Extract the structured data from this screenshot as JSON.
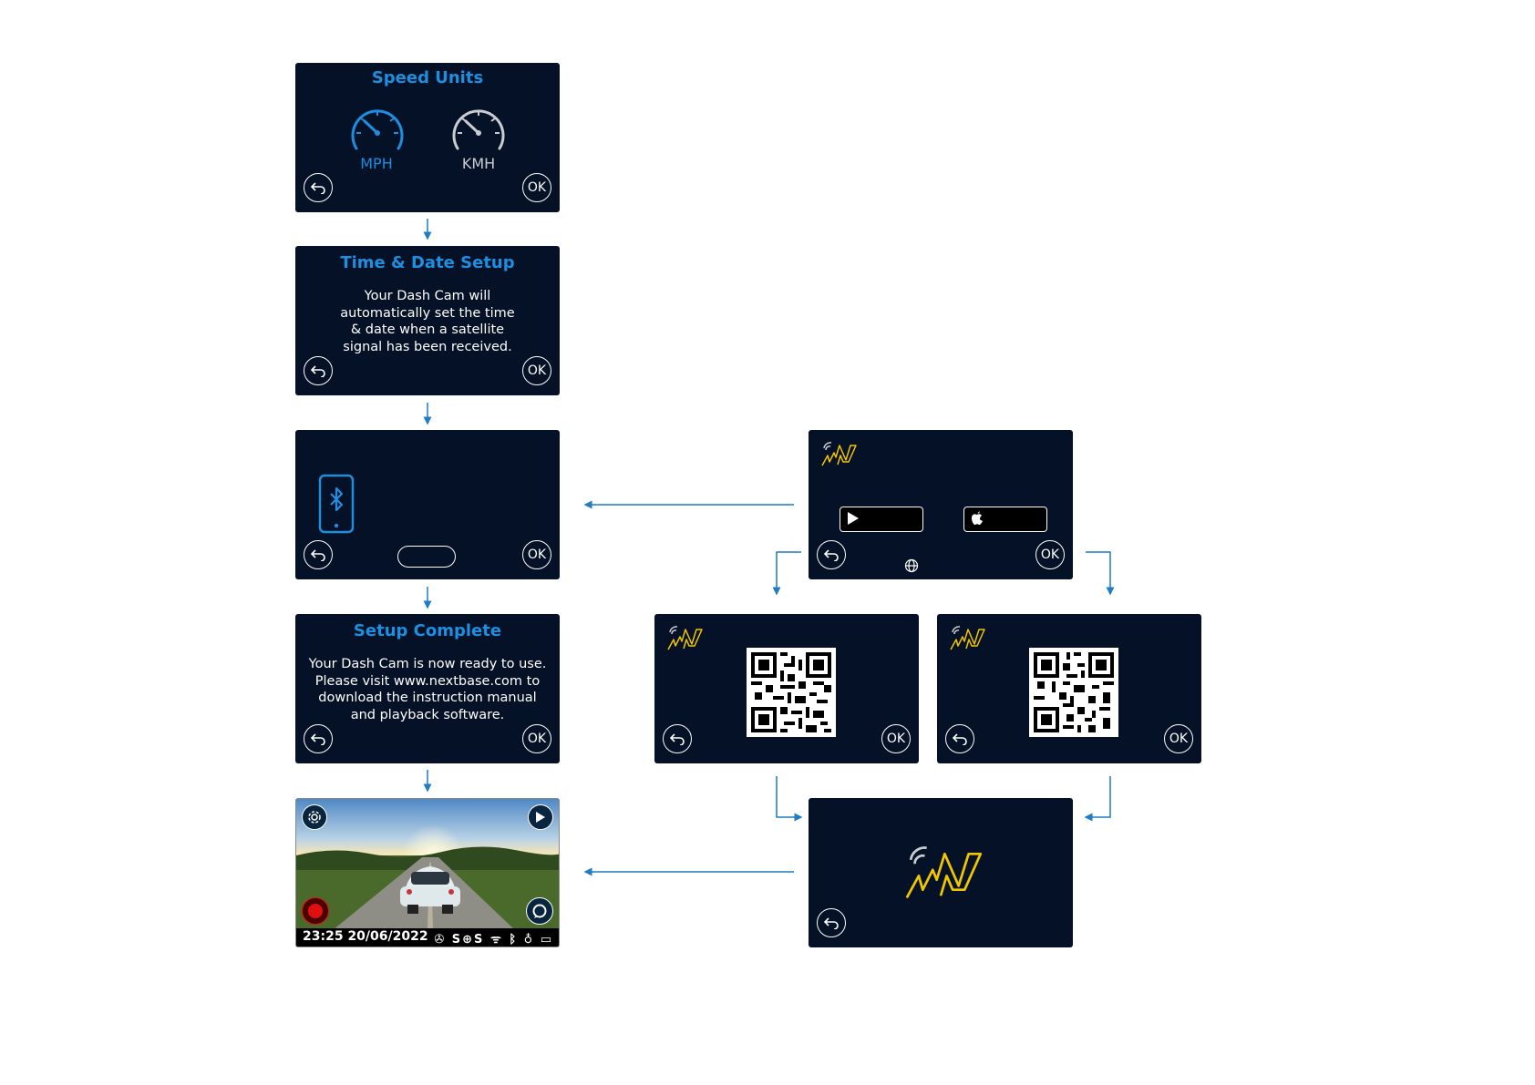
{
  "colors": {
    "screen_bg": "#041126",
    "accent_blue": "#1d8fe0",
    "logo_yellow": "#f2c500",
    "arrow_blue": "#1f7cc5",
    "record_red": "#e01010"
  },
  "speed_units": {
    "title": "Speed Units",
    "mph_label": "MPH",
    "kmh_label": "KMH",
    "ok_label": "OK"
  },
  "time_date": {
    "title": "Time & Date Setup",
    "message": "Your Dash Cam will\nautomatically set the time\n& date when a satellite\nsignal has been received.",
    "ok_label": "OK"
  },
  "bluetooth_screen": {
    "icon": "bluetooth-phone-icon",
    "ok_label": "OK"
  },
  "setup_complete": {
    "title": "Setup Complete",
    "message": "Your Dash Cam is now ready to use.\nPlease visit www.nextbase.com to\ndownload the instruction manual\nand playback software.",
    "ok_label": "OK"
  },
  "app_screen": {
    "logo": "mynextbase-logo",
    "store_buttons": [
      "google-play-icon",
      "apple-icon"
    ],
    "ok_label": "OK"
  },
  "qr_android": {
    "ok_label": "OK"
  },
  "qr_ios": {
    "ok_label": "OK"
  },
  "live_view": {
    "timestamp": "23:25 20/06/2022",
    "status_icons": "✇ S⊕S ᯤ ᛒ ♁ ▭"
  }
}
